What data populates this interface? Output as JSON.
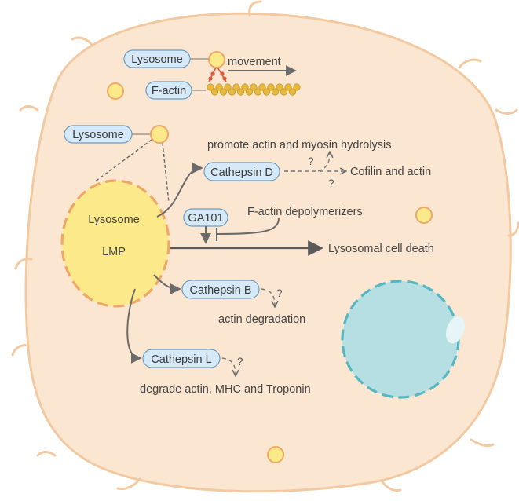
{
  "diagram": {
    "pills": {
      "lysosome_top": "Lysosome",
      "factin": "F-actin",
      "lysosome_mid": "Lysosome",
      "cathepsin_d": "Cathepsin D",
      "ga101": "GA101",
      "cathepsin_b": "Cathepsin B",
      "cathepsin_l": "Cathepsin L"
    },
    "labels": {
      "movement": "movement",
      "promote": "promote actin and myosin hydrolysis",
      "cofilin": "Cofilin and actin",
      "depolymerizers": "F-actin depolymerizers",
      "cell_death": "Lysosomal cell death",
      "actin_degradation": "actin degradation",
      "degrade": "degrade actin, MHC and Troponin",
      "lysosome_body": "Lysosome",
      "lmp": "LMP",
      "q": "?"
    },
    "colors": {
      "cell_fill": "#fbe6d2",
      "cell_stroke": "#f2c9a0",
      "lysosome_fill": "#fbe98a",
      "lysosome_stroke": "#f0a765",
      "nucleus_fill": "#b6dfe3",
      "nucleus_stroke": "#56b7c2",
      "pill_fill": "#d6e9f8",
      "actin_bead": "#e7b93f",
      "linker": "#e05a3a"
    }
  }
}
